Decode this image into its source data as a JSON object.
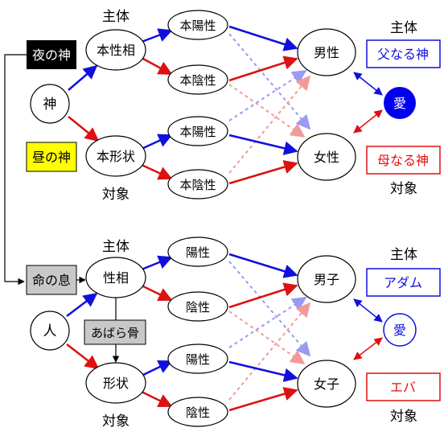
{
  "colors": {
    "blue": "#1010dd",
    "red": "#dd1111",
    "light_blue": "#9a9af2",
    "light_red": "#f29a9a",
    "black": "#000000",
    "yellow": "#ffff00",
    "gray": "#c8c8c8",
    "love_fill": "#0000ee"
  },
  "top": {
    "subject_label": "主体",
    "object_label": "対象",
    "subject_label_right": "主体",
    "object_label_right": "対象",
    "night_god": "夜の神",
    "day_god": "昼の神",
    "god": "神",
    "inner_character": "本性相",
    "outer_form": "本形状",
    "yang1": "本陽性",
    "yin1": "本陰性",
    "yang2": "本陽性",
    "yin2": "本陰性",
    "male": "男性",
    "female": "女性",
    "father_god": "父なる神",
    "mother_god": "母なる神",
    "love": "愛"
  },
  "bottom": {
    "subject_label": "主体",
    "object_label": "対象",
    "subject_label_right": "主体",
    "object_label_right": "対象",
    "breath_of_life": "命の息",
    "rib": "あばら骨",
    "human": "人",
    "inner_character": "性相",
    "outer_form": "形状",
    "yang1": "陽性",
    "yin1": "陰性",
    "yang2": "陽性",
    "yin2": "陰性",
    "son": "男子",
    "daughter": "女子",
    "adam": "アダム",
    "eve": "エバ",
    "love": "愛"
  }
}
